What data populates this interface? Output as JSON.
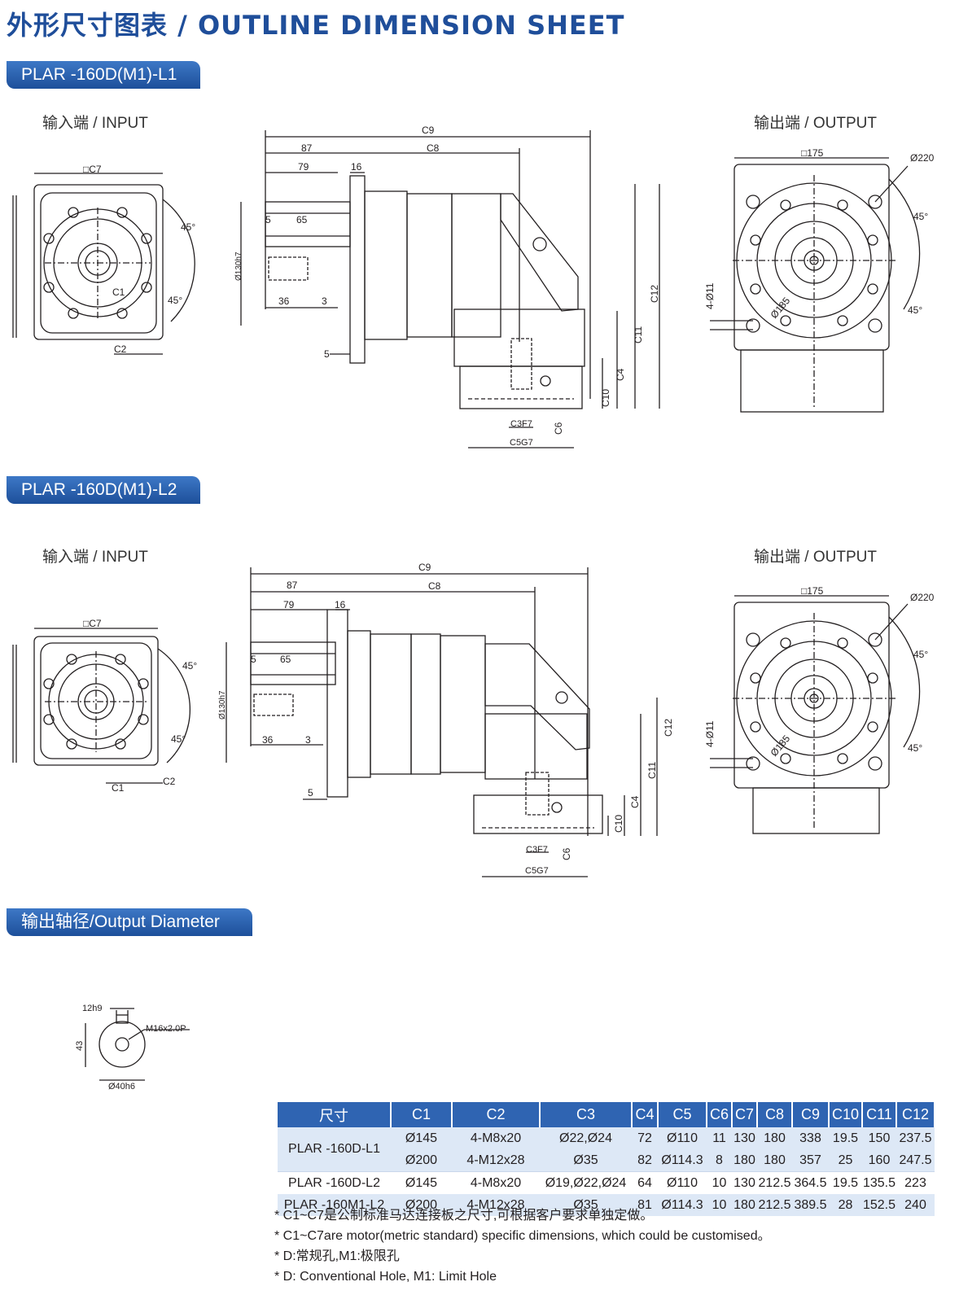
{
  "page": {
    "title": "外形尺寸图表 / OUTLINE DIMENSION SHEET"
  },
  "section1": {
    "model": "PLAR -160D(M1)-L1",
    "input_label": "输入端 / INPUT",
    "output_label": "输出端 / OUTPUT",
    "dims": {
      "c7": "□C7",
      "c1": "C1",
      "c2": "C2",
      "a45": "45°",
      "c9": "C9",
      "c8": "C8",
      "d87": "87",
      "d79": "79",
      "d16": "16",
      "d5": "5",
      "d65": "65",
      "d36": "36",
      "d3": "3",
      "dia130": "Ø130h7",
      "c12": "C12",
      "c11": "C11",
      "c4": "C4",
      "c10": "C10",
      "c3": "C3F7",
      "c6": "C6",
      "c5": "C5G7",
      "sq175": "□175",
      "dia220": "Ø220",
      "dia185": "Ø185",
      "holes": "4-Ø11"
    }
  },
  "section2": {
    "model": "PLAR -160D(M1)-L2",
    "input_label": "输入端 / INPUT",
    "output_label": "输出端 / OUTPUT"
  },
  "section3": {
    "title": "输出轴径/Output Diameter",
    "dims": {
      "key": "12h9",
      "thread": "M16x2.0P",
      "height": "43",
      "dia": "Ø40h6"
    }
  },
  "table": {
    "headers": [
      "尺寸",
      "C1",
      "C2",
      "C3",
      "C4",
      "C5",
      "C6",
      "C7",
      "C8",
      "C9",
      "C10",
      "C11",
      "C12"
    ],
    "groups": [
      {
        "model": "PLAR -160D-L1",
        "rows": [
          [
            "Ø145",
            "4-M8x20",
            "Ø22,Ø24",
            "72",
            "Ø110",
            "11",
            "130",
            "180",
            "338",
            "19.5",
            "150",
            "237.5"
          ],
          [
            "Ø200",
            "4-M12x28",
            "Ø35",
            "82",
            "Ø114.3",
            "8",
            "180",
            "180",
            "357",
            "25",
            "160",
            "247.5"
          ]
        ]
      },
      {
        "model_a": "PLAR -160D-L2",
        "model_b": "PLAR -160M1-L2",
        "rows": [
          [
            "Ø145",
            "4-M8x20",
            "Ø19,Ø22,Ø24",
            "64",
            "Ø110",
            "10",
            "130",
            "212.5",
            "364.5",
            "19.5",
            "135.5",
            "223"
          ],
          [
            "Ø200",
            "4-M12x28",
            "Ø35",
            "81",
            "Ø114.3",
            "10",
            "180",
            "212.5",
            "389.5",
            "28",
            "152.5",
            "240"
          ]
        ]
      }
    ]
  },
  "notes": [
    "* C1~C7是公制标准马达连接板之尺寸,可根据客户要求单独定做。",
    "* C1~C7are motor(metric standard)  specific dimensions, which could be customised。",
    "* D:常规孔,M1:极限孔",
    "* D: Conventional Hole, M1: Limit Hole"
  ],
  "colors": {
    "accent": "#1f4e9a",
    "table_header": "#2f64b2",
    "table_stripe": "#dde8f6"
  }
}
